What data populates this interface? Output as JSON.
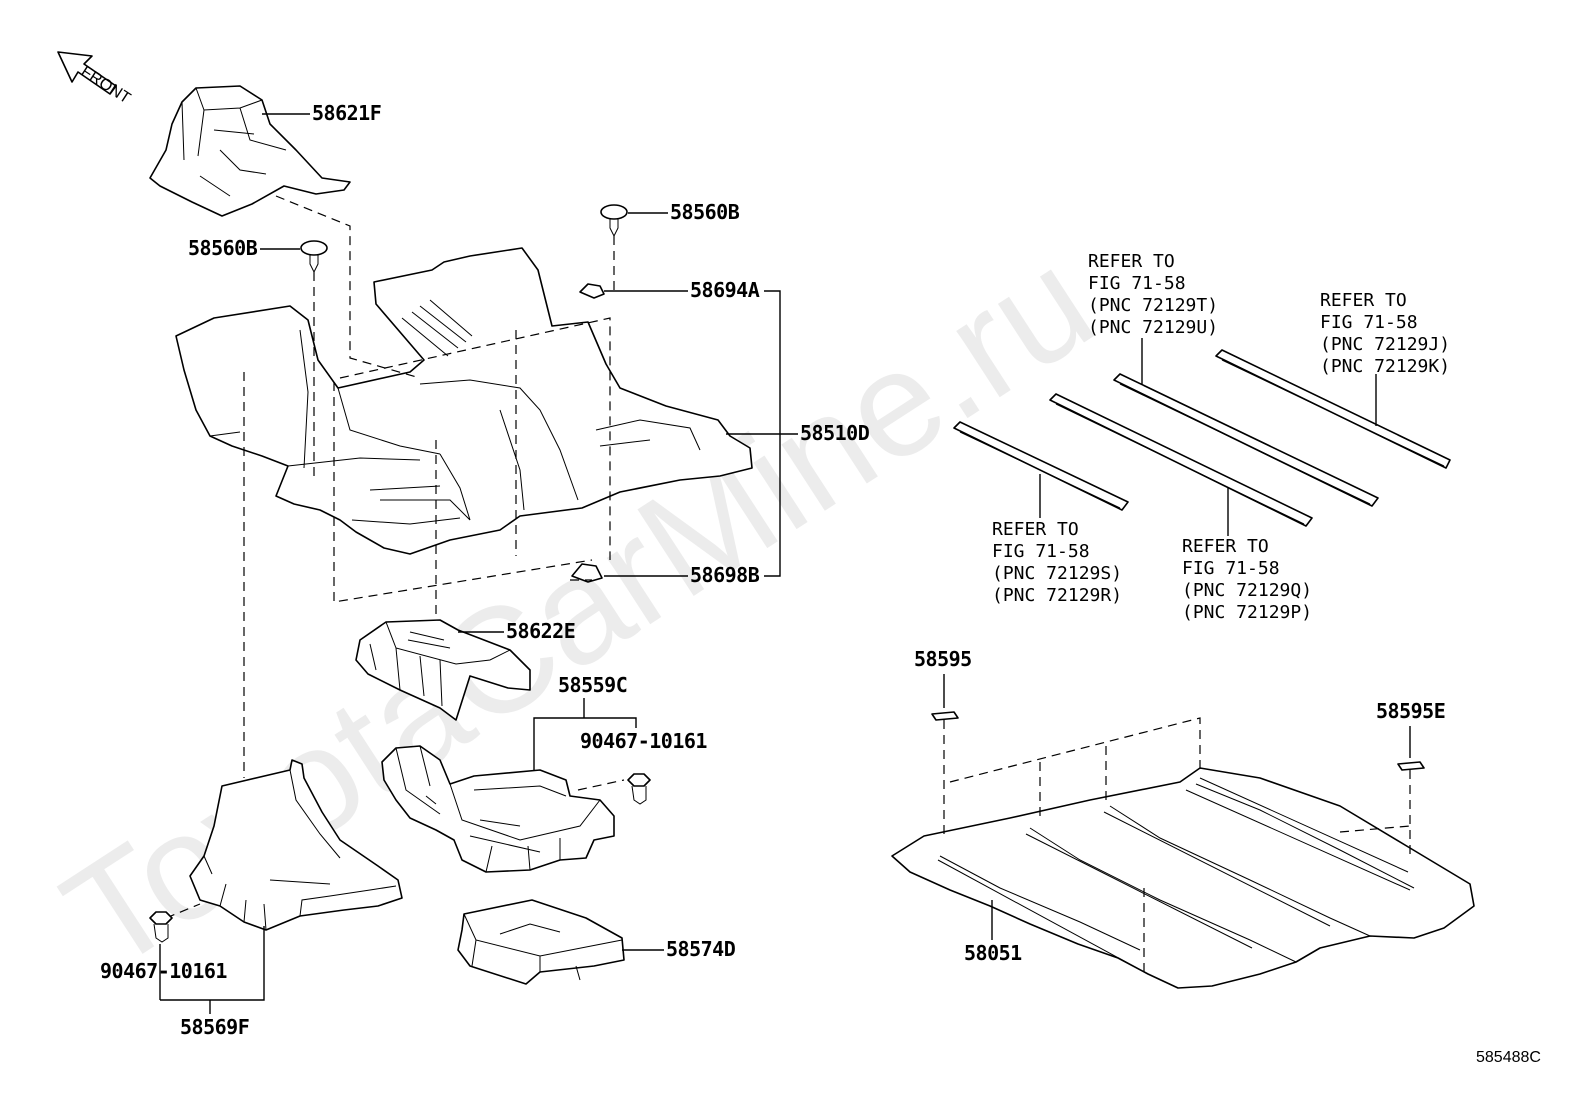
{
  "watermark": "ToyotaCarMine.ru",
  "front_label": "FRONT",
  "figure_code": "585488C",
  "parts": {
    "p58621F": "58621F",
    "p58560B_right": "58560B",
    "p58560B_left": "58560B",
    "p58694A": "58694A",
    "p58510D": "58510D",
    "p58698B": "58698B",
    "p58622E": "58622E",
    "p58559C": "58559C",
    "p90467_upper": "90467-10161",
    "p90467_lower": "90467-10161",
    "p58569F": "58569F",
    "p58574D": "58574D",
    "p58595": "58595",
    "p58595E": "58595E",
    "p58051": "58051"
  },
  "references": {
    "ref_tu": [
      "REFER TO",
      "FIG 71-58",
      "(PNC 72129T)",
      "(PNC 72129U)"
    ],
    "ref_jk": [
      "REFER TO",
      "FIG 71-58",
      "(PNC 72129J)",
      "(PNC 72129K)"
    ],
    "ref_sr": [
      "REFER TO",
      "FIG 71-58",
      "(PNC 72129S)",
      "(PNC 72129R)"
    ],
    "ref_qp": [
      "REFER TO",
      "FIG 71-58",
      "(PNC 72129Q)",
      "(PNC 72129P)"
    ]
  },
  "colors": {
    "line": "#000000",
    "background": "#ffffff",
    "watermark": "#d7d7d7"
  }
}
